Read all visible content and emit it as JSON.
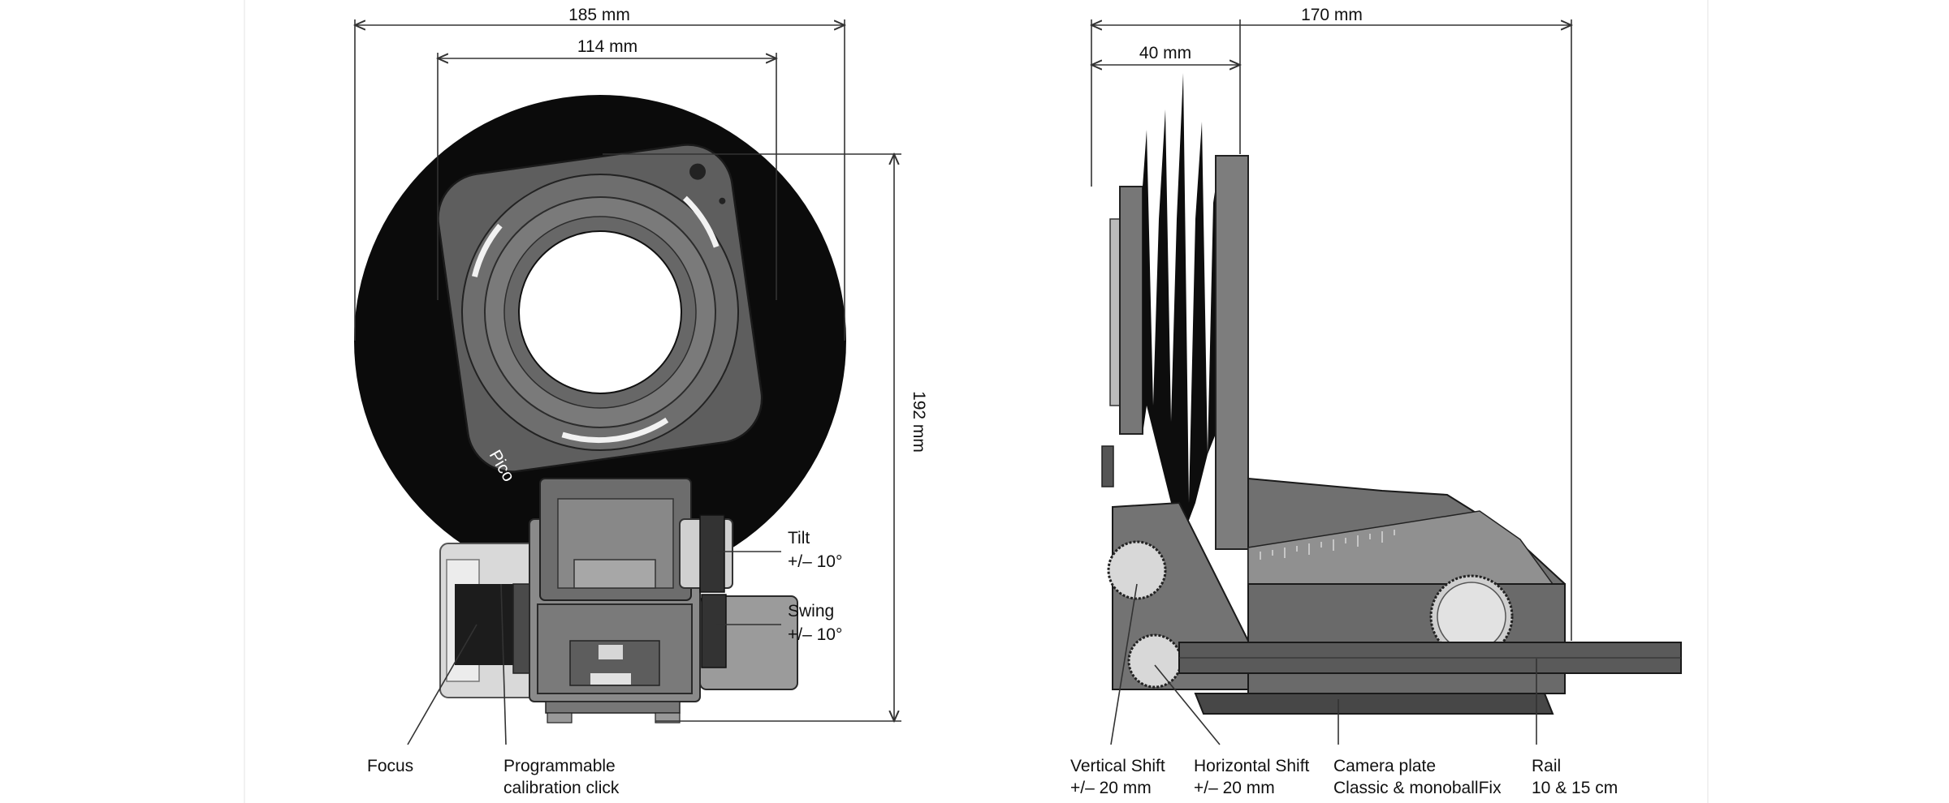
{
  "front_view": {
    "brand_text": "Pico",
    "dim_overall_width": "185 mm",
    "dim_inner_width": "114 mm",
    "dim_height": "192 mm",
    "callouts": {
      "tilt": {
        "line1": "Tilt",
        "line2": "+/– 10°"
      },
      "swing": {
        "line1": "Swing",
        "line2": "+/– 10°"
      },
      "focus": {
        "line1": "Focus"
      },
      "calibration": {
        "line1": "Programmable",
        "line2": "calibration click"
      }
    }
  },
  "side_view": {
    "dim_overall_depth": "170 mm",
    "dim_bellows_depth": "40 mm",
    "callouts": {
      "vertical_shift": {
        "line1": "Vertical Shift",
        "line2": "+/– 20 mm"
      },
      "horizontal_shift": {
        "line1": "Horizontal Shift",
        "line2": "+/– 20 mm"
      },
      "camera_plate": {
        "line1": "Camera plate",
        "line2": "Classic & monoballFix"
      },
      "rail": {
        "line1": "Rail",
        "line2": "10 & 15 cm"
      }
    }
  },
  "colors": {
    "shade_black": "#0b0b0b",
    "body_dark": "#5a5a5a",
    "body_mid": "#7a7a7a",
    "body_light": "#a3a3a3",
    "knob_light": "#dedede"
  }
}
